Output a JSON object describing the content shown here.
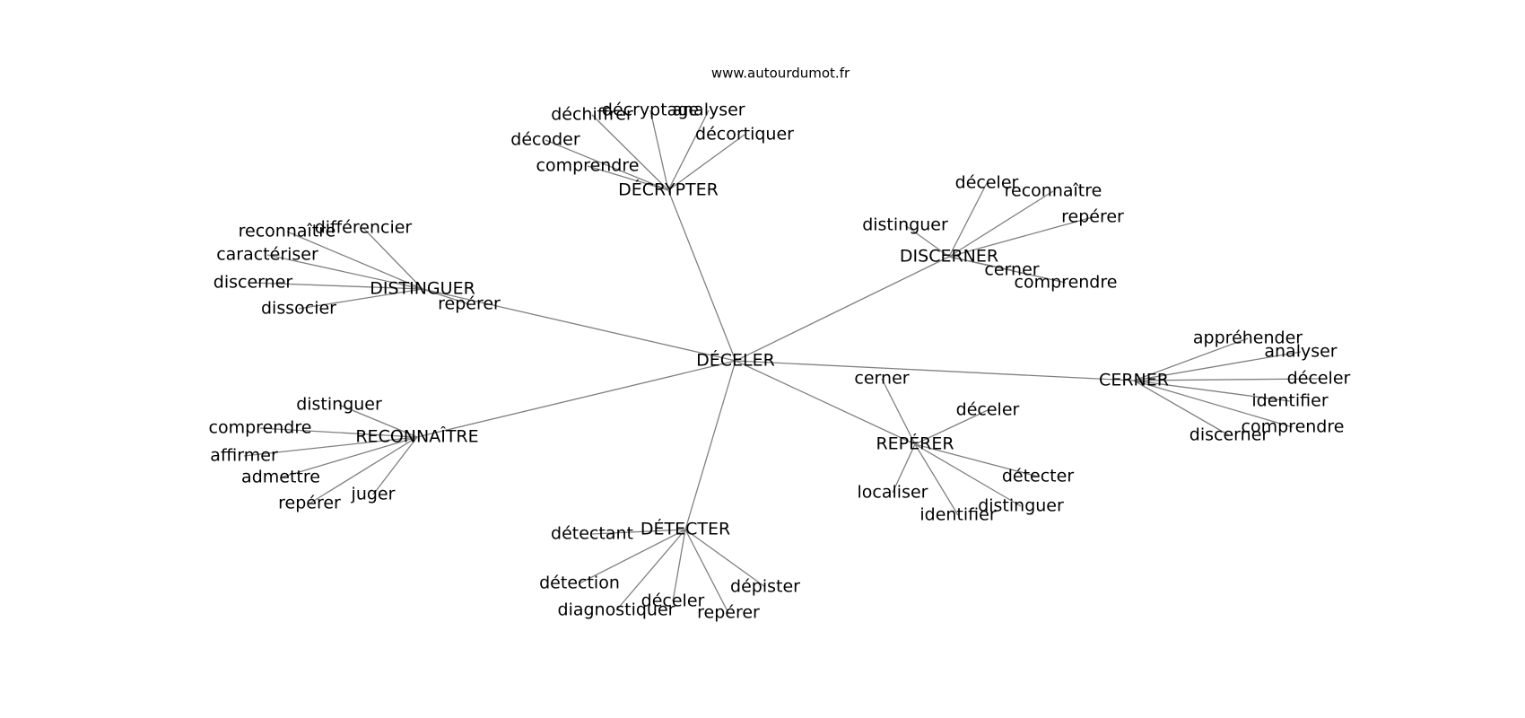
{
  "watermark": "www.autourdumot.fr",
  "colors": {
    "edge": "#808080",
    "text": "#000000",
    "background": "#ffffff"
  },
  "nodes": [
    {
      "id": "n0",
      "label": "DÉCELER"
    },
    {
      "id": "n1",
      "label": "DÉCRYPTER"
    },
    {
      "id": "n2",
      "label": "déchiffrer"
    },
    {
      "id": "n3",
      "label": "décryptage"
    },
    {
      "id": "n4",
      "label": "analyser"
    },
    {
      "id": "n5",
      "label": "décortiquer"
    },
    {
      "id": "n6",
      "label": "décoder"
    },
    {
      "id": "n7",
      "label": "comprendre"
    },
    {
      "id": "n8",
      "label": "DISCERNER"
    },
    {
      "id": "n9",
      "label": "déceler"
    },
    {
      "id": "n10",
      "label": "reconnaître"
    },
    {
      "id": "n11",
      "label": "repérer"
    },
    {
      "id": "n12",
      "label": "distinguer"
    },
    {
      "id": "n13",
      "label": "cerner"
    },
    {
      "id": "n14",
      "label": "comprendre"
    },
    {
      "id": "n15",
      "label": "DISTINGUER"
    },
    {
      "id": "n16",
      "label": "reconnaître"
    },
    {
      "id": "n17",
      "label": "différencier"
    },
    {
      "id": "n18",
      "label": "caractériser"
    },
    {
      "id": "n19",
      "label": "discerner"
    },
    {
      "id": "n20",
      "label": "dissocier"
    },
    {
      "id": "n21",
      "label": "repérer"
    },
    {
      "id": "n22",
      "label": "CERNER"
    },
    {
      "id": "n23",
      "label": "appréhender"
    },
    {
      "id": "n24",
      "label": "analyser"
    },
    {
      "id": "n25",
      "label": "déceler"
    },
    {
      "id": "n26",
      "label": "identifier"
    },
    {
      "id": "n27",
      "label": "comprendre"
    },
    {
      "id": "n28",
      "label": "discerner"
    },
    {
      "id": "n29",
      "label": "RECONNAÎTRE"
    },
    {
      "id": "n30",
      "label": "distinguer"
    },
    {
      "id": "n31",
      "label": "comprendre"
    },
    {
      "id": "n32",
      "label": "affirmer"
    },
    {
      "id": "n33",
      "label": "admettre"
    },
    {
      "id": "n34",
      "label": "repérer"
    },
    {
      "id": "n35",
      "label": "juger"
    },
    {
      "id": "n36",
      "label": "REPÉRER"
    },
    {
      "id": "n37",
      "label": "cerner"
    },
    {
      "id": "n38",
      "label": "déceler"
    },
    {
      "id": "n39",
      "label": "détecter"
    },
    {
      "id": "n40",
      "label": "localiser"
    },
    {
      "id": "n41",
      "label": "identifier"
    },
    {
      "id": "n42",
      "label": "distinguer"
    },
    {
      "id": "n43",
      "label": "DÉTECTER"
    },
    {
      "id": "n44",
      "label": "détectant"
    },
    {
      "id": "n45",
      "label": "détection"
    },
    {
      "id": "n46",
      "label": "diagnostiquer"
    },
    {
      "id": "n47",
      "label": "déceler"
    },
    {
      "id": "n48",
      "label": "repérer"
    },
    {
      "id": "n49",
      "label": "dépister"
    }
  ],
  "edges": [
    [
      "n0",
      "n1"
    ],
    [
      "n0",
      "n8"
    ],
    [
      "n0",
      "n15"
    ],
    [
      "n0",
      "n22"
    ],
    [
      "n0",
      "n29"
    ],
    [
      "n0",
      "n36"
    ],
    [
      "n0",
      "n43"
    ],
    [
      "n1",
      "n2"
    ],
    [
      "n1",
      "n3"
    ],
    [
      "n1",
      "n4"
    ],
    [
      "n1",
      "n5"
    ],
    [
      "n1",
      "n6"
    ],
    [
      "n1",
      "n7"
    ],
    [
      "n8",
      "n9"
    ],
    [
      "n8",
      "n10"
    ],
    [
      "n8",
      "n11"
    ],
    [
      "n8",
      "n12"
    ],
    [
      "n8",
      "n13"
    ],
    [
      "n8",
      "n14"
    ],
    [
      "n15",
      "n16"
    ],
    [
      "n15",
      "n17"
    ],
    [
      "n15",
      "n18"
    ],
    [
      "n15",
      "n19"
    ],
    [
      "n15",
      "n20"
    ],
    [
      "n15",
      "n21"
    ],
    [
      "n22",
      "n23"
    ],
    [
      "n22",
      "n24"
    ],
    [
      "n22",
      "n25"
    ],
    [
      "n22",
      "n26"
    ],
    [
      "n22",
      "n27"
    ],
    [
      "n22",
      "n28"
    ],
    [
      "n29",
      "n30"
    ],
    [
      "n29",
      "n31"
    ],
    [
      "n29",
      "n32"
    ],
    [
      "n29",
      "n33"
    ],
    [
      "n29",
      "n34"
    ],
    [
      "n29",
      "n35"
    ],
    [
      "n36",
      "n37"
    ],
    [
      "n36",
      "n38"
    ],
    [
      "n36",
      "n39"
    ],
    [
      "n36",
      "n40"
    ],
    [
      "n36",
      "n41"
    ],
    [
      "n36",
      "n42"
    ],
    [
      "n43",
      "n44"
    ],
    [
      "n43",
      "n45"
    ],
    [
      "n43",
      "n46"
    ],
    [
      "n43",
      "n47"
    ],
    [
      "n43",
      "n48"
    ],
    [
      "n43",
      "n49"
    ]
  ]
}
